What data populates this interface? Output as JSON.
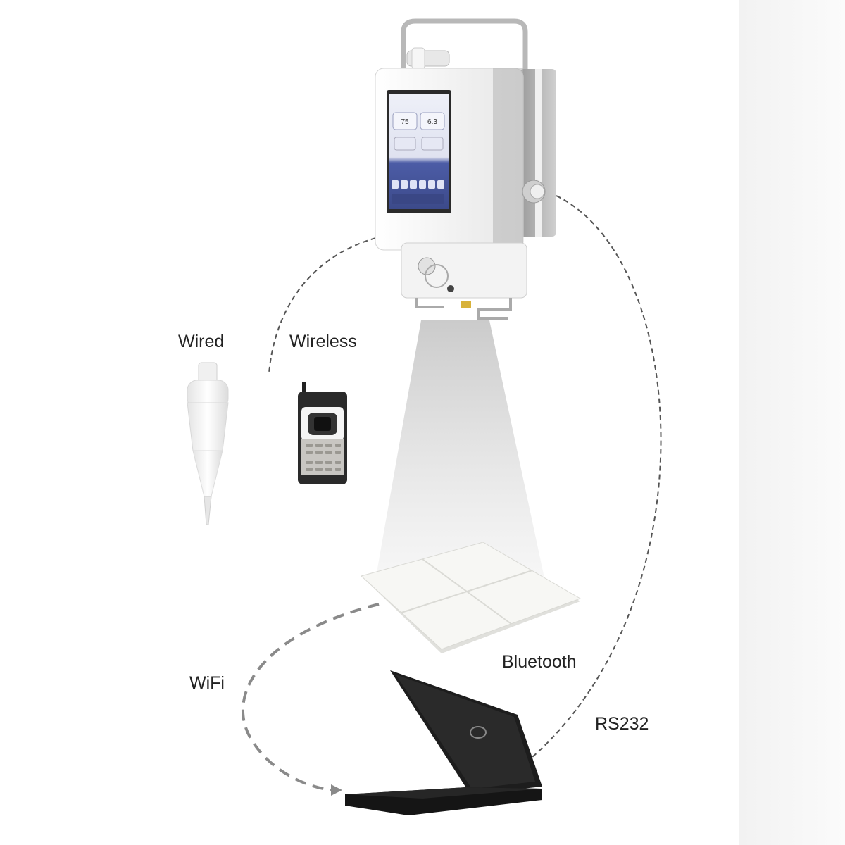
{
  "labels": {
    "wired": "Wired",
    "wireless": "Wireless",
    "bluetooth": "Bluetooth",
    "wifi": "WiFi",
    "rs232": "RS232"
  },
  "device_screen": {
    "left_value": "75",
    "right_value": "6.3"
  },
  "colors": {
    "dashed_line": "#555555",
    "wifi_dash": "#888888",
    "device_body": "#f4f4f4",
    "screen_blue": "#4a5aa0",
    "laptop": "#1a1a1a"
  },
  "icons": [
    "x-ray-generator",
    "hand-switch-wired",
    "wireless-remote",
    "flat-panel-detector",
    "laptop"
  ]
}
